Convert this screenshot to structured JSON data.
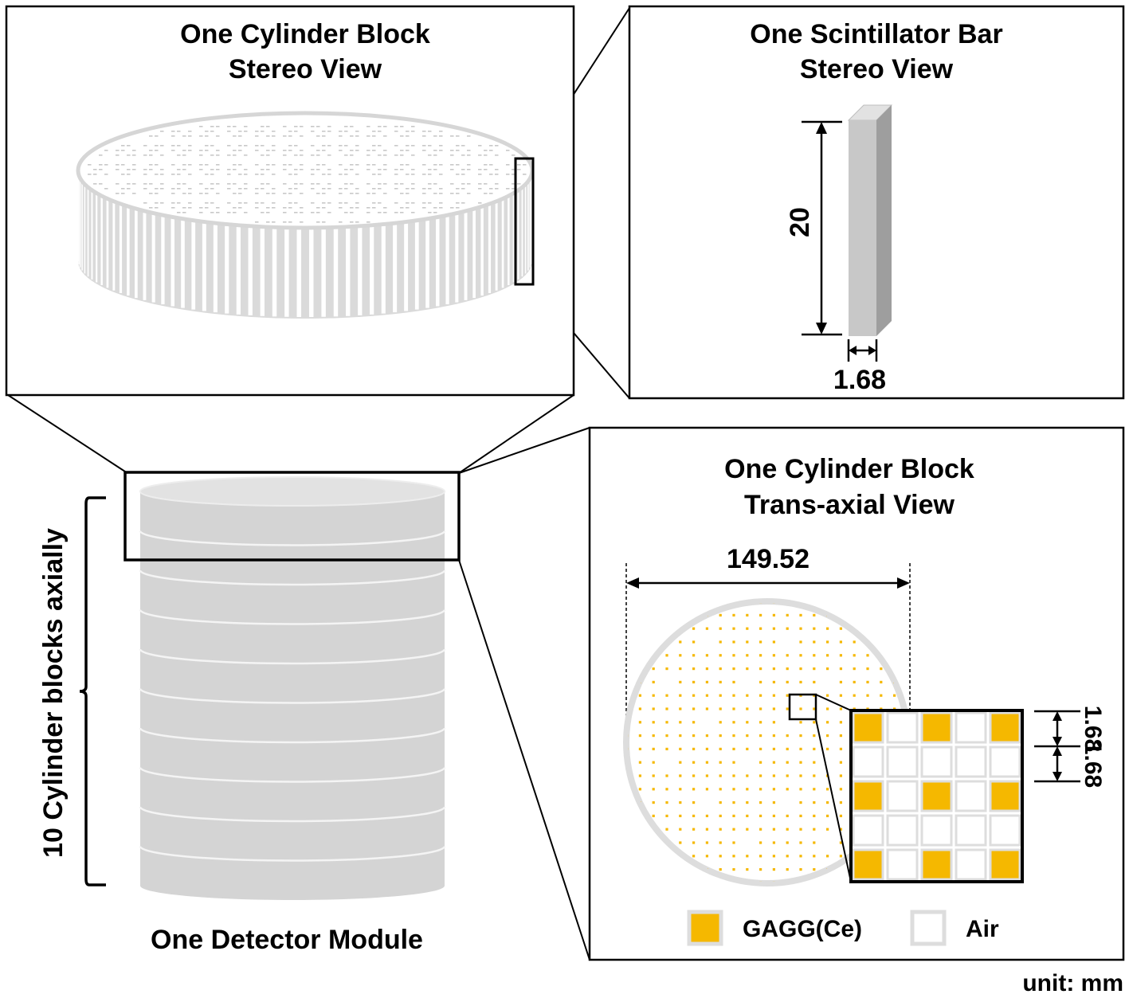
{
  "panels": {
    "cylinder_stereo": {
      "title_line1": "One Cylinder Block",
      "title_line2": "Stereo View"
    },
    "bar_stereo": {
      "title_line1": "One Scintillator Bar",
      "title_line2": "Stereo View",
      "height_label": "20",
      "width_label": "1.68"
    },
    "trans_axial": {
      "title_line1": "One Cylinder Block",
      "title_line2": "Trans-axial View",
      "diameter_label": "149.52",
      "pitch_label_1": "1.68",
      "pitch_label_2": "1.68"
    },
    "detector": {
      "caption": "One Detector Module",
      "axial_label": "10 Cylinder blocks axially"
    }
  },
  "legend": {
    "gagg_label": "GAGG(Ce)",
    "air_label": "Air"
  },
  "unit_label": "unit: mm",
  "colors": {
    "gagg": "#F5B800",
    "air": "#FFFFFF",
    "bar_front": "#C8C8C8",
    "bar_side": "#9E9E9E",
    "cylinder": "#D4D4D4",
    "cylinder_stroke": "#E0E0E0"
  }
}
